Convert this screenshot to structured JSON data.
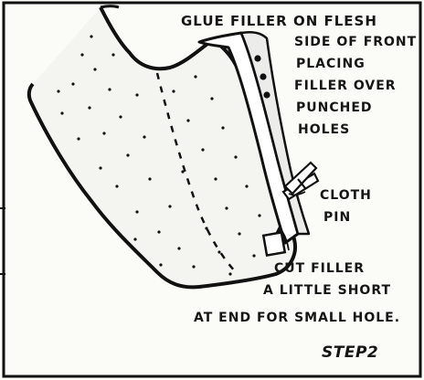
{
  "instruction": {
    "lines": [
      "GLUE FILLER ON FLESH",
      "SIDE OF FRONT",
      "PLACING",
      "FILLER OVER",
      "PUNCHED",
      "HOLES"
    ]
  },
  "clothpin_label": {
    "lines": [
      "CLOTH",
      "PIN"
    ]
  },
  "cut_note": {
    "lines": [
      "CUT FILLER",
      "A LITTLE SHORT",
      "AT END FOR SMALL HOLE."
    ]
  },
  "step_label": "STEP2",
  "colors": {
    "ink": "#151515",
    "paper": "#fbfbf8"
  }
}
